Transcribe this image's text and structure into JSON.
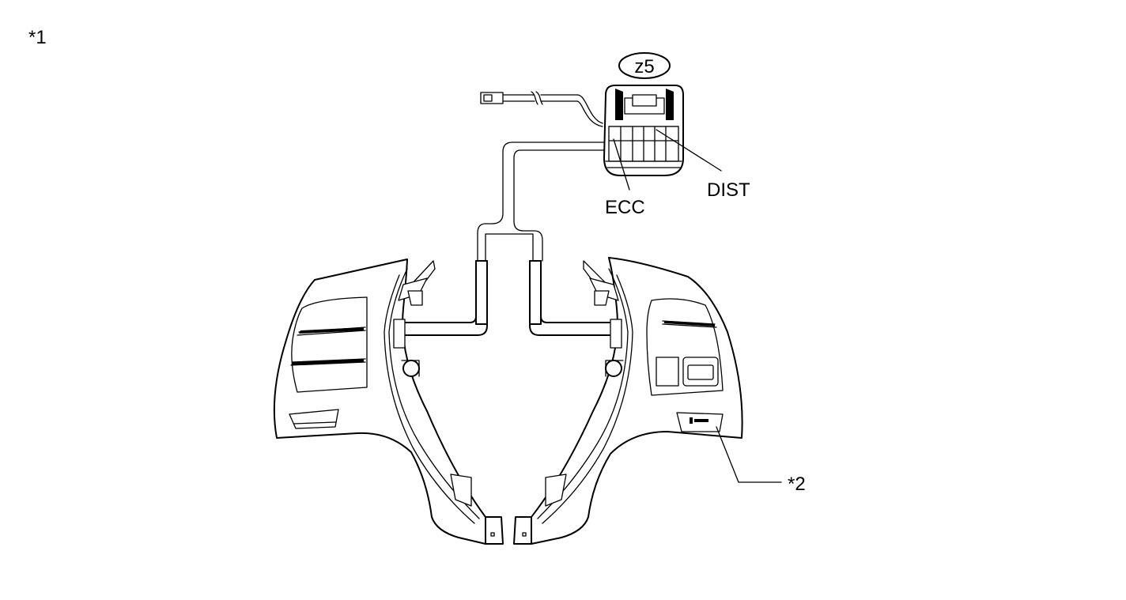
{
  "labels": {
    "view_marker": "*1",
    "connector_code": "z5",
    "terminal_ecc": "ECC",
    "terminal_dist": "DIST",
    "part_callout": "*2"
  }
}
